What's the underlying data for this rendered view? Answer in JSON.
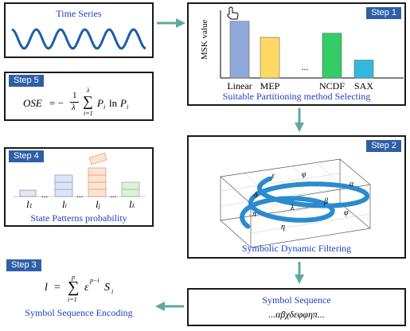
{
  "time_series": {
    "title": "Time Series"
  },
  "step1": {
    "badge": "Step 1",
    "y_axis": "MSK value",
    "bars": [
      {
        "label": "Linear",
        "value": 0.95,
        "color": "#8fa9d8"
      },
      {
        "label": "MEP",
        "value": 0.68,
        "color": "#ffd966"
      },
      {
        "label": "...",
        "value": null,
        "color": ""
      },
      {
        "label": "NCDF",
        "value": 0.75,
        "color": "#33cc66"
      },
      {
        "label": "SAX",
        "value": 0.3,
        "color": "#33b8e0"
      }
    ],
    "caption": "Suitable Partitioning method Selecting"
  },
  "step5": {
    "badge": "Step 5",
    "formula_lhs": "OSE",
    "formula_eq": "= −",
    "frac_num": "1",
    "frac_den": "λ",
    "sum_top": "λ",
    "sum_bottom": "i=1",
    "term": "P",
    "term_sub": "i",
    "log": "ln",
    "term2": "P",
    "term2_sub": "i"
  },
  "step4": {
    "badge": "Step 4",
    "labels": [
      "l",
      "l",
      "l",
      "l"
    ],
    "subs": [
      "1",
      "i",
      "j",
      "λ"
    ],
    "dots": "...",
    "caption": "State Patterns probability"
  },
  "step2": {
    "badge": "Step 2",
    "symbols": [
      "ε",
      "φ",
      "α",
      "δ",
      "β",
      "λ",
      "π",
      "η",
      "φ"
    ],
    "caption": "Symbolic Dynamic Filtering"
  },
  "step3": {
    "badge": "Step 3",
    "lhs": "l",
    "eq": "=",
    "sum_top": "p",
    "sum_bottom": "i=1",
    "eps": "ε",
    "exp": "p−i",
    "s": "S",
    "s_sub": "i",
    "caption": "Symbol Sequence Encoding"
  },
  "sequence": {
    "title": "Symbol Sequence",
    "value": "...αβχδεφφηπ..."
  },
  "colors": {
    "accent": "#2e5fa6",
    "arrow": "#5fa8a3",
    "caption": "#1f3fbf",
    "wave": "#1f5ea8",
    "helix": "#2b8bcf"
  }
}
